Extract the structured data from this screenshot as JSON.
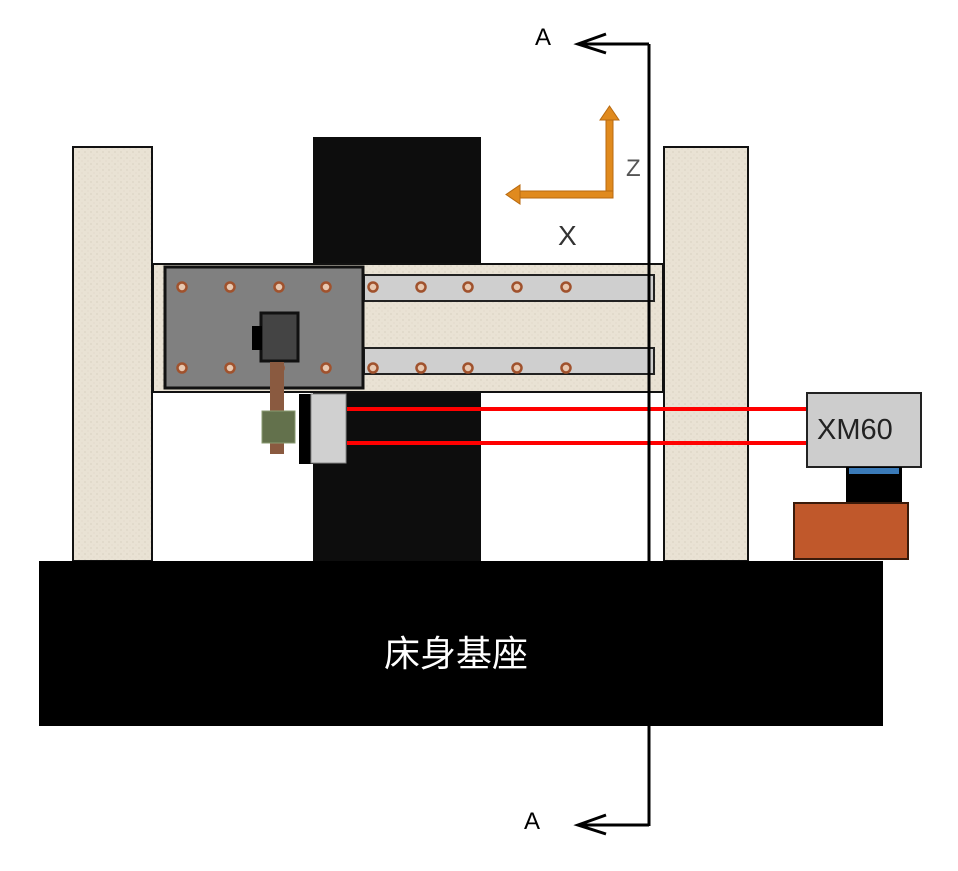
{
  "section": {
    "top_label": "A",
    "bottom_label": "A"
  },
  "axes": {
    "z_label": "Z",
    "x_label": "X",
    "color": "#e08a1e"
  },
  "laser": {
    "label": "XM60",
    "beam_color": "#ff0000"
  },
  "base": {
    "label": "床身基座"
  },
  "colors": {
    "column": "#e8e1d3",
    "carriage": "#808080",
    "tripod": "#c0582b",
    "base": "#000000"
  }
}
